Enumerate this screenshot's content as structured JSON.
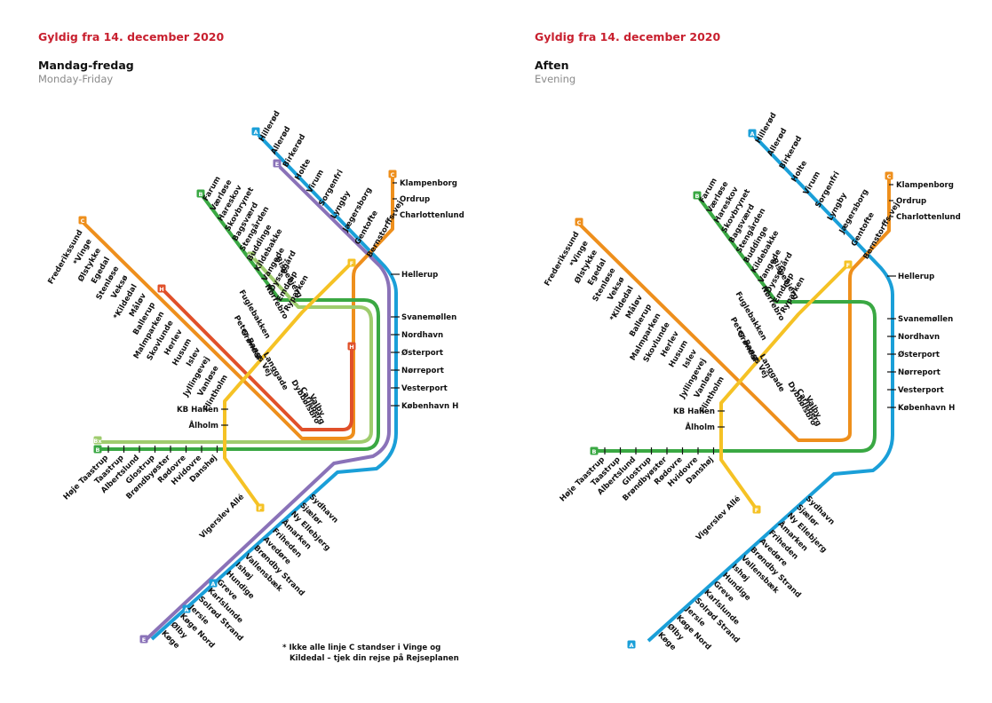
{
  "panels": [
    {
      "valid_from": "Gyldig fra 14. december 2020",
      "schedule": "Mandag-fredag",
      "schedule_en": "Monday-Friday"
    },
    {
      "valid_from": "Gyldig fra 14. december 2020",
      "schedule": "Aften",
      "schedule_en": "Evening"
    }
  ],
  "line_colors": {
    "A": "#1a9fd8",
    "B": "#3aa843",
    "Bx": "#9fcc6e",
    "C": "#ee8f1c",
    "E": "#8a72b8",
    "F": "#f5c225",
    "H": "#e0502a"
  },
  "lines_weekday": [
    "A",
    "B",
    "Bx",
    "C",
    "E",
    "F",
    "H"
  ],
  "lines_evening": [
    "A",
    "B",
    "C",
    "F"
  ],
  "stations": {
    "north_a": [
      "Hillerød",
      "Allerød",
      "Birkerød",
      "Holte",
      "Virum",
      "Sorgenfri",
      "Lyngby",
      "Jægersborg",
      "Gentofte",
      "Bernstorffs-vej"
    ],
    "north_b": [
      "Farum",
      "Værløse",
      "Hareskov",
      "Skovbrynet",
      "Bagsværd",
      "Stengården",
      "Buddinge",
      "Kildebakke",
      "Vangede",
      "Dyssegård",
      "Emdrup",
      "Ryparken"
    ],
    "north_c": [
      "Klampenborg",
      "Ordrup",
      "Charlottenlund"
    ],
    "central": [
      "Hellerup",
      "Svanemøllen",
      "Nordhavn",
      "Østerport",
      "Nørreport",
      "Vesterport",
      "København H"
    ],
    "west_c": [
      "Frederikssund",
      "*Vinge",
      "Ølstykke",
      "Egedal",
      "Stenløse",
      "Veksø",
      "*Kildedal",
      "Måløv",
      "Ballerup",
      "Malmparken",
      "Skovlunde",
      "Herlev",
      "Husum",
      "Islev",
      "Jyllingevej",
      "Vanløse",
      "Flintholm"
    ],
    "f_ring": [
      "Bispebjerg",
      "Nørrebro",
      "Fuglebakken",
      "Grøndal",
      "Peter Bangs Vej",
      "Langgade"
    ],
    "f_south": [
      "KB Hallen",
      "Ålholm",
      "Vigerslev Allé"
    ],
    "valby": [
      "Dybbølsbro",
      "Carlsberg",
      "Valby"
    ],
    "west_b": [
      "Høje Taastrup",
      "Taastrup",
      "Albertslund",
      "Glostrup",
      "Brøndbyøster",
      "Rødovre",
      "Hvidovre",
      "Danshøj"
    ],
    "south_a": [
      "Sydhavn",
      "Sjælør",
      "Ny Ellebjerg",
      "Åmarken",
      "Friheden",
      "Avedøre",
      "Brøndby Strand",
      "Vallensbæk",
      "Ishøj",
      "Hundige",
      "Greve",
      "Karlslunde",
      "Solrød Strand",
      "Jersie",
      "Køge Nord",
      "Ølby",
      "Køge"
    ]
  },
  "footnote": [
    "* Ikke alle linje C standser i Vinge og",
    "Kildedal – tjek din rejse på Rejseplanen"
  ]
}
